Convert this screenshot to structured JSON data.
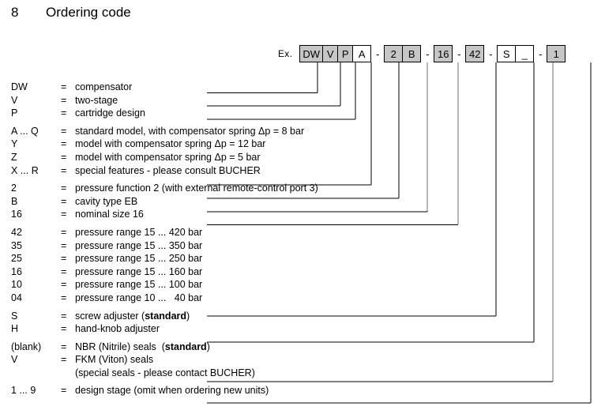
{
  "title": {
    "number": "8",
    "text": "Ordering code"
  },
  "example": {
    "label": "Ex.",
    "separator": "-",
    "groups": [
      {
        "boxes": [
          {
            "text": "DW",
            "fill": "gray",
            "width": "w-dw"
          },
          {
            "text": "V",
            "fill": "gray",
            "width": "w-sm"
          },
          {
            "text": "P",
            "fill": "gray",
            "width": "w-sm"
          },
          {
            "text": "A",
            "fill": "white",
            "width": "w-md"
          }
        ]
      },
      {
        "boxes": [
          {
            "text": "2",
            "fill": "gray",
            "width": "w-md"
          },
          {
            "text": "B",
            "fill": "gray",
            "width": "w-md"
          }
        ]
      },
      {
        "boxes": [
          {
            "text": "16",
            "fill": "gray",
            "width": "w-md"
          }
        ]
      },
      {
        "boxes": [
          {
            "text": "42",
            "fill": "gray",
            "width": "w-md"
          }
        ]
      },
      {
        "boxes": [
          {
            "text": "S",
            "fill": "white",
            "width": "w-md"
          },
          {
            "text": "_",
            "fill": "white",
            "width": "w-md"
          }
        ]
      },
      {
        "boxes": [
          {
            "text": "1",
            "fill": "gray",
            "width": "w-md"
          }
        ]
      }
    ]
  },
  "equals": "=",
  "legend_rows": [
    {
      "code": "DW",
      "desc": "compensator"
    },
    {
      "code": "V",
      "desc": "two-stage"
    },
    {
      "code": "P",
      "desc": "cartridge design"
    },
    {
      "code": "A ... Q",
      "desc": "standard model, with compensator spring Δp = 8 bar"
    },
    {
      "code": "Y",
      "desc": "model with compensator spring Δp = 12 bar"
    },
    {
      "code": "Z",
      "desc": "model with compensator spring Δp = 5 bar"
    },
    {
      "code": "X ... R",
      "desc": "special features - please consult BUCHER"
    },
    {
      "code": "2",
      "desc": "pressure function 2 (with external remote-control port 3)"
    },
    {
      "code": "B",
      "desc": "cavity type EB"
    },
    {
      "code": "16",
      "desc": "nominal size 16"
    },
    {
      "code": "42",
      "desc": "pressure range 15 ... 420 bar"
    },
    {
      "code": "35",
      "desc": "pressure range 15 ... 350 bar"
    },
    {
      "code": "25",
      "desc": "pressure range 15 ... 250 bar"
    },
    {
      "code": "16",
      "desc": "pressure range 15 ... 160 bar"
    },
    {
      "code": "10",
      "desc": "pressure range 15 ... 100 bar"
    },
    {
      "code": "04",
      "desc": "pressure range 10 ...   40 bar"
    },
    {
      "code": "S",
      "desc": "screw adjuster (",
      "desc_bold": "standard",
      "desc_tail": ")"
    },
    {
      "code": "H",
      "desc": "hand-knob adjuster"
    },
    {
      "code": "(blank)",
      "desc": "NBR (Nitrile) seals  (",
      "desc_bold": "standard",
      "desc_tail": ")"
    },
    {
      "code": "V",
      "desc": "FKM (Viton) seals"
    },
    {
      "code": "",
      "desc": "(special seals - please contact BUCHER)"
    },
    {
      "code": "1 ... 9",
      "desc": "design stage (omit when ordering new units)"
    }
  ]
}
